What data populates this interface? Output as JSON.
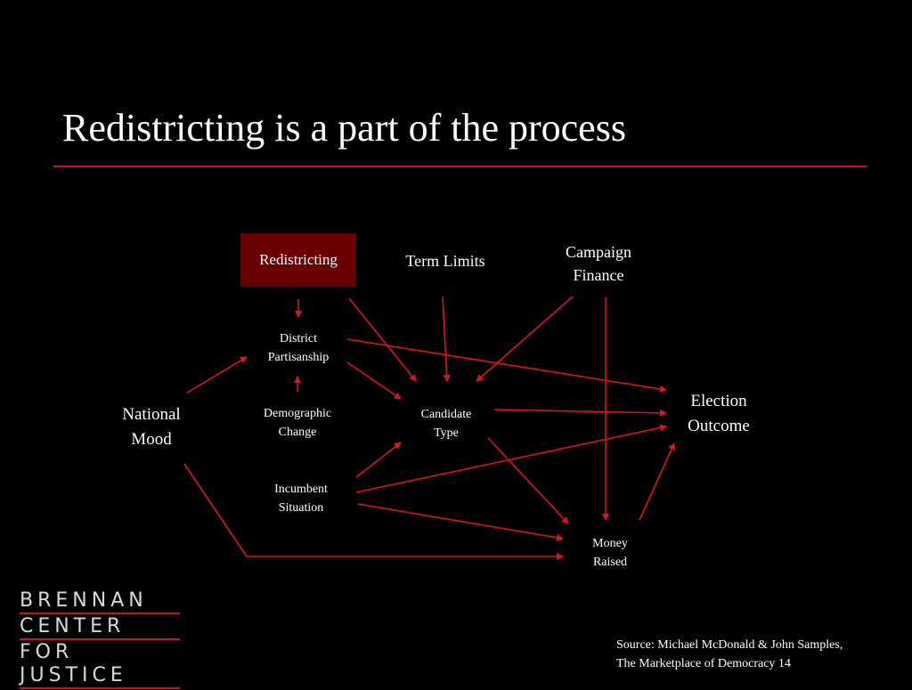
{
  "slide": {
    "title": "Redistricting is a part of the process",
    "colors": {
      "background": "#000000",
      "accent": "#c8141b",
      "highlight_box": "#6b0000",
      "text": "#ffffff"
    }
  },
  "diagram": {
    "nodes": {
      "redistricting": {
        "label": "Redistricting",
        "highlighted": true
      },
      "term_limits": {
        "label": "Term Limits"
      },
      "campaign_finance": {
        "lines": [
          "Campaign",
          "Finance"
        ]
      },
      "district_partisanship": {
        "lines": [
          "District",
          "Partisanship"
        ]
      },
      "demographic_change": {
        "lines": [
          "Demographic",
          "Change"
        ]
      },
      "incumbent_situation": {
        "lines": [
          "Incumbent",
          "Situation"
        ]
      },
      "candidate_type": {
        "lines": [
          "Candidate",
          "Type"
        ]
      },
      "national_mood": {
        "lines": [
          "National",
          "Mood"
        ]
      },
      "election_outcome": {
        "lines": [
          "Election",
          "Outcome"
        ]
      },
      "money_raised": {
        "lines": [
          "Money",
          "Raised"
        ]
      }
    },
    "edges": [
      {
        "from": "redistricting",
        "to": "district_partisanship"
      },
      {
        "from": "redistricting",
        "to": "candidate_type"
      },
      {
        "from": "term_limits",
        "to": "candidate_type"
      },
      {
        "from": "campaign_finance",
        "to": "candidate_type"
      },
      {
        "from": "campaign_finance",
        "to": "money_raised"
      },
      {
        "from": "demographic_change",
        "to": "district_partisanship"
      },
      {
        "from": "district_partisanship",
        "to": "candidate_type"
      },
      {
        "from": "district_partisanship",
        "to": "election_outcome"
      },
      {
        "from": "national_mood",
        "to": "district_partisanship"
      },
      {
        "from": "national_mood",
        "to": "money_raised"
      },
      {
        "from": "incumbent_situation",
        "to": "candidate_type"
      },
      {
        "from": "incumbent_situation",
        "to": "election_outcome"
      },
      {
        "from": "incumbent_situation",
        "to": "money_raised"
      },
      {
        "from": "candidate_type",
        "to": "election_outcome"
      },
      {
        "from": "candidate_type",
        "to": "money_raised"
      },
      {
        "from": "money_raised",
        "to": "election_outcome"
      }
    ]
  },
  "logo": {
    "lines": [
      "BRENNAN",
      "CENTER",
      "FOR JUSTICE"
    ]
  },
  "source": {
    "lines": [
      "Source: Michael McDonald & John Samples,",
      "The Marketplace of Democracy 14"
    ]
  }
}
